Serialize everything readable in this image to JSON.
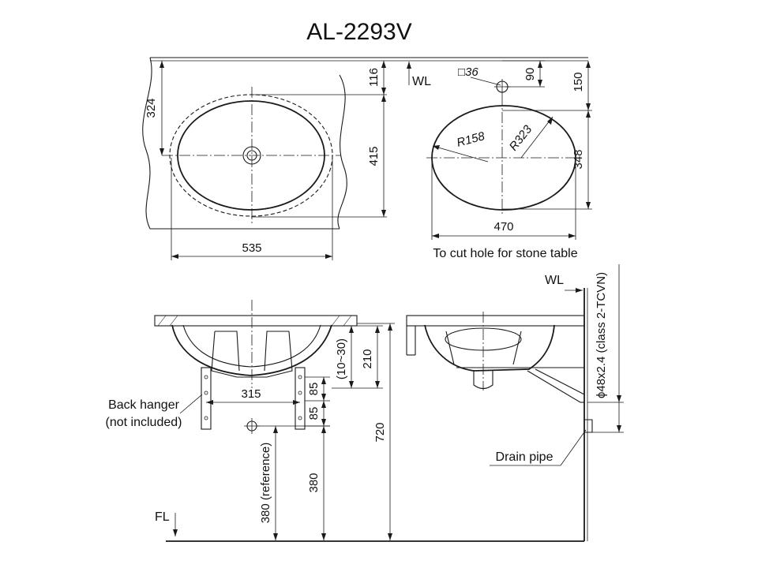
{
  "title": "AL-2293V",
  "top_view": {
    "dims": {
      "width": "535",
      "depth": "415",
      "center_offset": "324",
      "top_offset": "116"
    }
  },
  "cutout_view": {
    "wl": "WL",
    "tap_hole": "□36",
    "dims": {
      "tap_offset": "90",
      "top_offset": "150",
      "depth": "348",
      "width": "470",
      "r_small": "R158",
      "r_large": "R323"
    },
    "caption": "To cut hole for stone table"
  },
  "front_view": {
    "dims": {
      "bowl_depth": "210",
      "adjust": "(10~30)",
      "hanger_spacing": "315",
      "hanger_upper": "85",
      "hanger_lower": "85",
      "total_height": "720",
      "drain_height": "380",
      "drain_reference": "380 (reference)"
    },
    "back_hanger_line1": "Back hanger",
    "back_hanger_line2": "(not included)",
    "fl": "FL"
  },
  "side_view": {
    "wl": "WL",
    "pipe_spec": "ϕ48x2.4 (class 2-TCVN)",
    "drain_pipe": "Drain pipe"
  }
}
